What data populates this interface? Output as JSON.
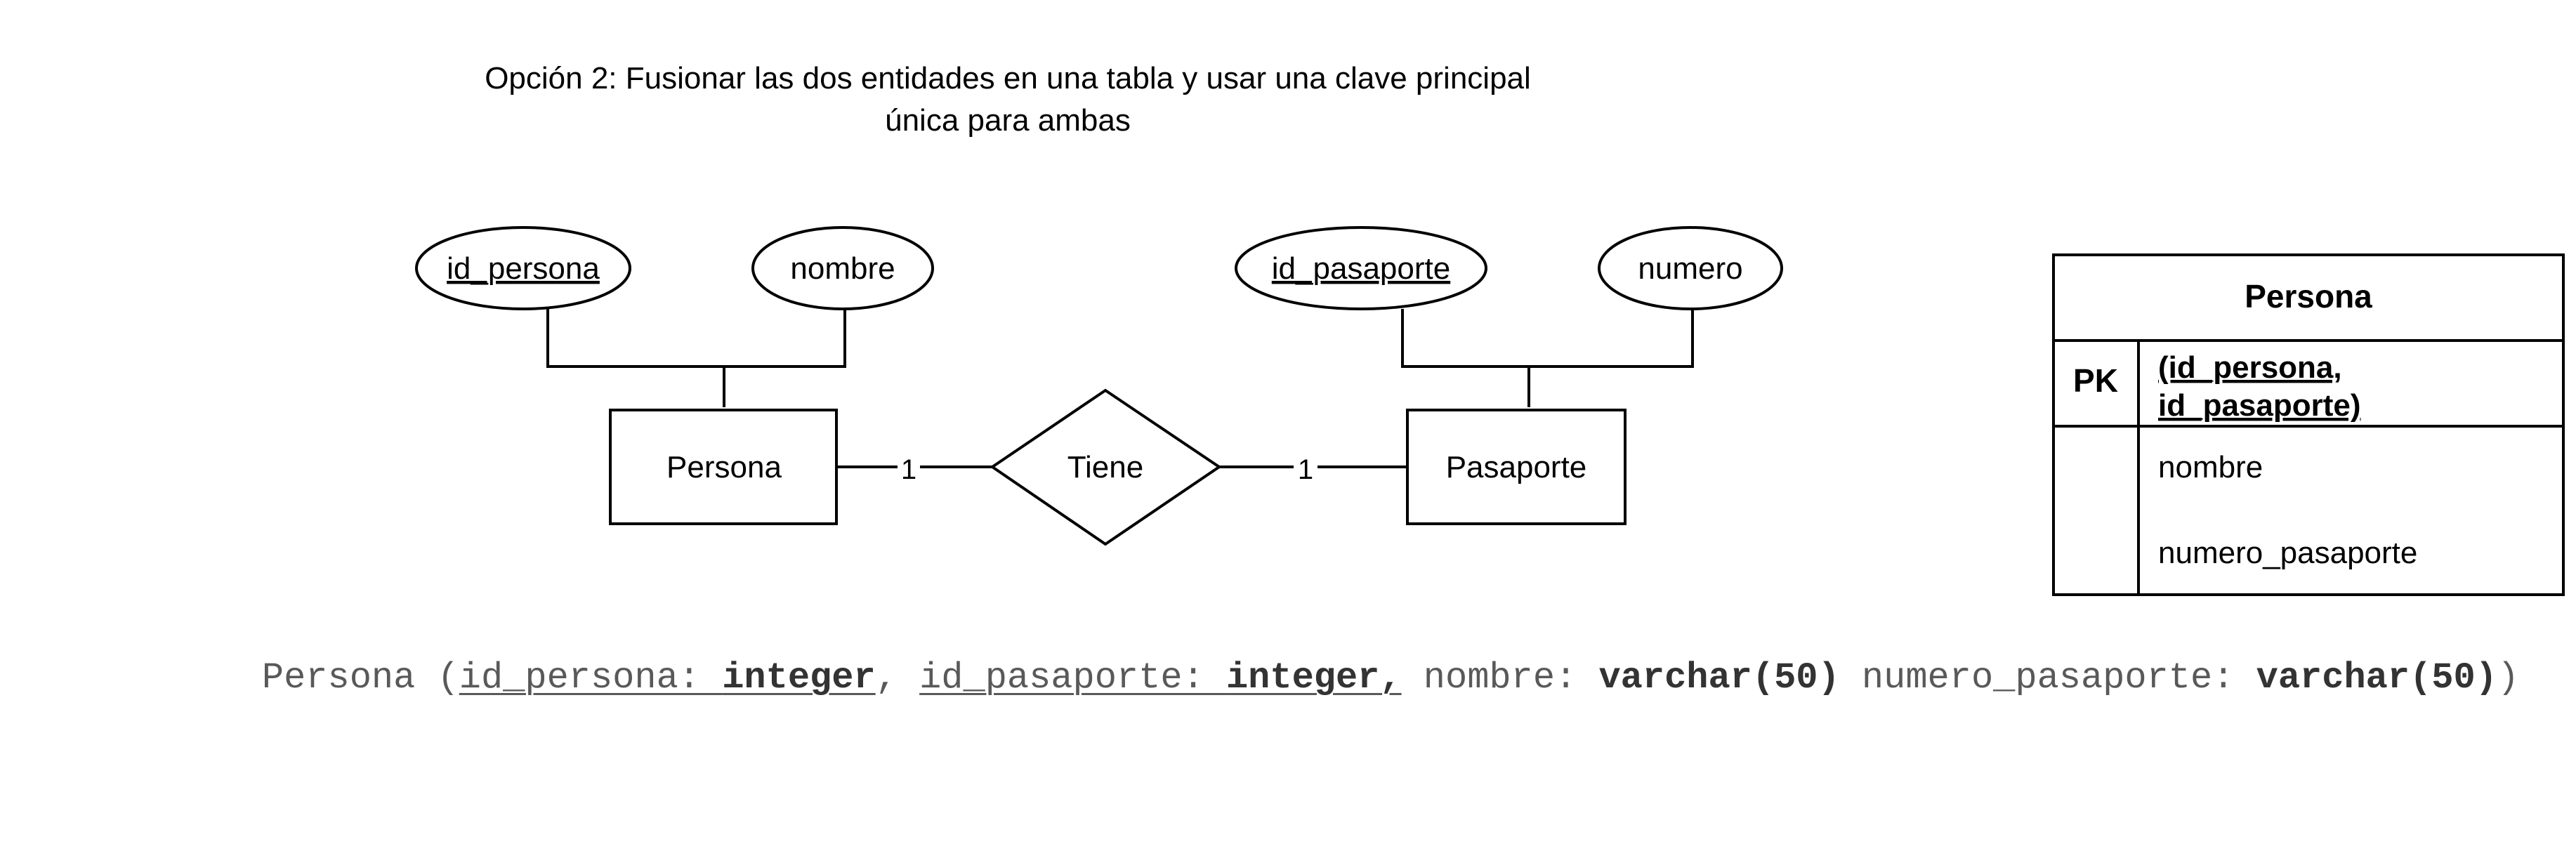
{
  "title": {
    "line1": "Opción 2: Fusionar las dos entidades en una tabla y usar una clave principal",
    "line2": "única para ambas"
  },
  "er": {
    "entities": [
      {
        "name": "Persona",
        "attributes": [
          {
            "name": "id_persona",
            "key": true
          },
          {
            "name": "nombre",
            "key": false
          }
        ]
      },
      {
        "name": "Pasaporte",
        "attributes": [
          {
            "name": "id_pasaporte",
            "key": true
          },
          {
            "name": "numero",
            "key": false
          }
        ]
      }
    ],
    "relationship": {
      "name": "Tiene",
      "left_cardinality": "1",
      "right_cardinality": "1"
    }
  },
  "table": {
    "name": "Persona",
    "pk_label": "PK",
    "pk_line1": "(id_persona,",
    "pk_line2": "id_pasaporte)",
    "fields": [
      "nombre",
      "numero_pasaporte"
    ]
  },
  "schema": {
    "open": "Persona (",
    "a1_name": "id_persona: ",
    "a1_type": "integer",
    "sep1": ", ",
    "a2_name": "id_pasaporte: ",
    "a2_type": "integer,",
    "a3_name": " nombre: ",
    "a3_type": "varchar(50)",
    "a4_name": " numero_pasaporte: ",
    "a4_type": "varchar(50)",
    "close": ")"
  }
}
